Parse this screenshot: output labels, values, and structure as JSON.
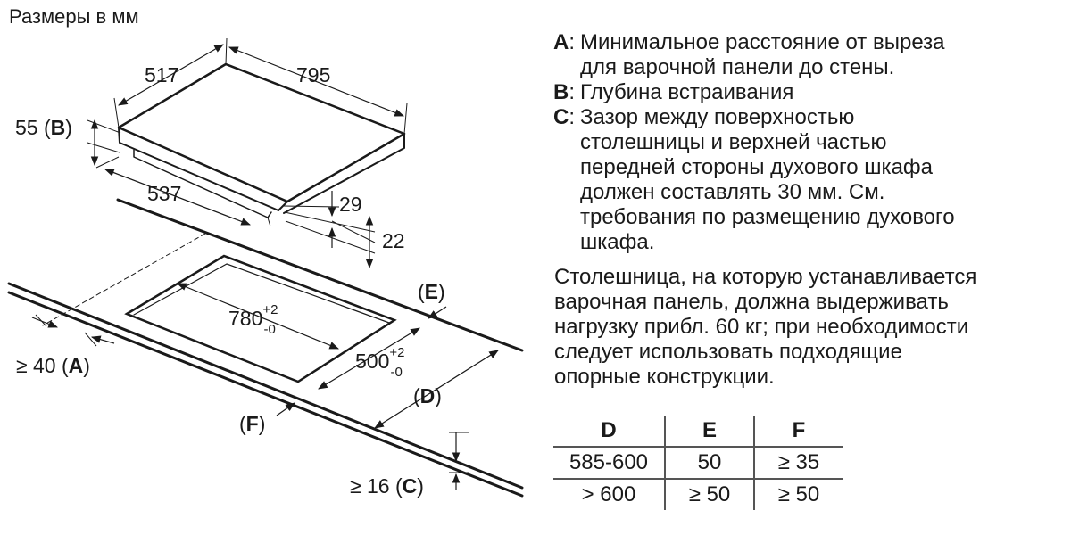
{
  "title": "Размеры в мм",
  "dimensions": {
    "hob_depth": "517",
    "hob_width": "795",
    "build_in_depth": "55 (",
    "build_in_depth_key": "B",
    "build_in_depth_close": ")",
    "body_depth": "537",
    "body_height": "29",
    "body_offset": "22",
    "cutout_width": "780",
    "cutout_width_tol_plus": "+2",
    "cutout_width_tol_minus": "-0",
    "cutout_depth": "500",
    "cutout_depth_tol_plus": "+2",
    "cutout_depth_tol_minus": "-0",
    "wall_distance": "≥ 40 (",
    "wall_distance_key": "A",
    "wall_distance_close": ")",
    "oven_gap": "≥ 16 (",
    "oven_gap_key": "C",
    "oven_gap_close": ")",
    "label_e_open": "(",
    "label_e": "E",
    "label_e_close": ")",
    "label_d_open": "(",
    "label_d": "D",
    "label_d_close": ")",
    "label_f_open": "(",
    "label_f": "F",
    "label_f_close": ")"
  },
  "legend": [
    {
      "key": "A",
      "lines": [
        "Минимальное расстояние от выреза",
        "для варочной панели до стены."
      ]
    },
    {
      "key": "B",
      "lines": [
        "Глубина встраивания"
      ]
    },
    {
      "key": "C",
      "lines": [
        "Зазор между поверхностью",
        "столешницы и верхней частью",
        "передней стороны духового шкафа",
        "должен составлять 30 мм. См.",
        "требования по размещению духового",
        "шкафа."
      ]
    }
  ],
  "note_lines": [
    "Столешница, на которую устанавливается",
    "варочная панель, должна выдерживать",
    "нагрузку прибл. 60 кг; при необходимости",
    "следует использовать подходящие",
    "опорные конструкции."
  ],
  "table": {
    "headers": [
      "D",
      "E",
      "F"
    ],
    "rows": [
      [
        "585-600",
        "50",
        "≥ 35"
      ],
      [
        "> 600",
        "≥ 50",
        "≥ 50"
      ]
    ]
  }
}
